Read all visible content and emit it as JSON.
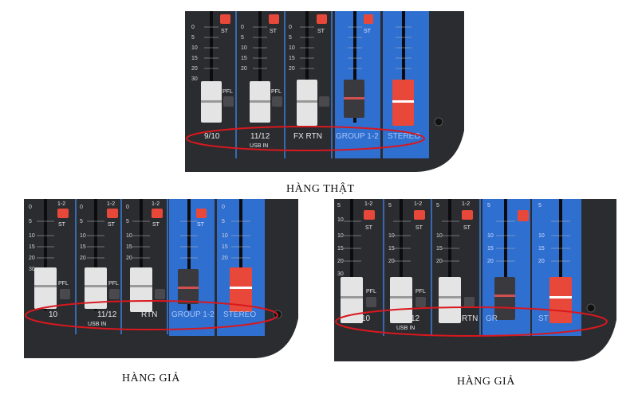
{
  "captions": {
    "real": "HÀNG THẬT",
    "fake1": "HÀNG GIẢ",
    "fake2": "HÀNG GIẢ"
  },
  "scale_numbers": [
    "0",
    "5",
    "10",
    "15",
    "20",
    "30"
  ],
  "real_panel": {
    "button_label": "ST",
    "pfl_label": "PFL",
    "channels": [
      "9/10",
      "11/12",
      "FX  RTN"
    ],
    "usb_label": "USB  IN",
    "group_label": "GROUP 1-2",
    "stereo_label": "STEREO"
  },
  "fake1_panel": {
    "bus_label": "1-2",
    "button_label": "ST",
    "pfl_label": "PFL",
    "channels": [
      "10",
      "11/12",
      "RTN"
    ],
    "usb_label": "USB IN",
    "group_label": "GROUP 1-2",
    "stereo_label": "STEREO"
  },
  "fake2_panel": {
    "bus_label": "1-2",
    "button_label": "ST",
    "pfl_label": "PFL",
    "channels": [
      "10",
      "12",
      "RTN"
    ],
    "usb_label": "USB  IN",
    "group_label": "GR",
    "stereo_label": "ST"
  },
  "colors": {
    "panel": "#2a2c30",
    "blue_strip": "#2f6fd0",
    "red_button": "#e8483a",
    "highlight_ellipse": "#d8181e"
  }
}
